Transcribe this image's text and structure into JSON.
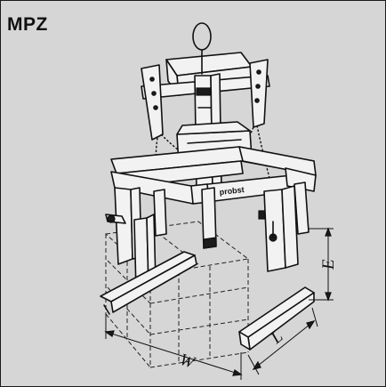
{
  "title": "MPZ",
  "brand_text": "probst",
  "dimensions": {
    "width_label": "W",
    "length_label": "L",
    "height_label": "E"
  }
}
